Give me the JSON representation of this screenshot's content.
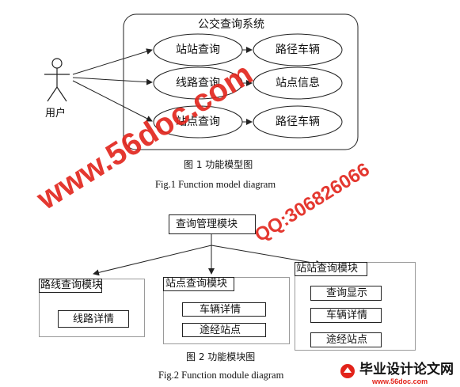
{
  "use_case": {
    "system_title": "公交查询系统",
    "actor_label": "用户",
    "ellipses": {
      "station_to_station": "站站查询",
      "route_vehicle_1": "路径车辆",
      "line_query": "线路查询",
      "station_info": "站点信息",
      "station_query": "站点查询",
      "route_vehicle_2": "路径车辆"
    },
    "caption_cn": "图 1   功能模型图",
    "caption_en": "Fig.1   Function model diagram"
  },
  "module_diagram": {
    "root": "查询管理模块",
    "left_module": {
      "title": "路线查询模块",
      "items": [
        "线路详情"
      ]
    },
    "middle_module": {
      "title": "站点查询模块",
      "items": [
        "车辆详情",
        "途经站点"
      ]
    },
    "right_module": {
      "title": "站站查询模块",
      "items": [
        "查询显示",
        "车辆详情",
        "途经站点"
      ]
    },
    "caption_cn": "图 2    功能模块图",
    "caption_en": "Fig.2     Function module diagram"
  },
  "watermarks": {
    "site": "www.56doc.com",
    "qq": "QQ:306826066"
  },
  "footer_logo": {
    "title": "毕业设计论文网",
    "url": "www.56doc.com"
  },
  "colors": {
    "line": "#222222",
    "panel_border": "#9a9a9a",
    "watermark": "#e2231a",
    "logo_black": "#111111"
  }
}
